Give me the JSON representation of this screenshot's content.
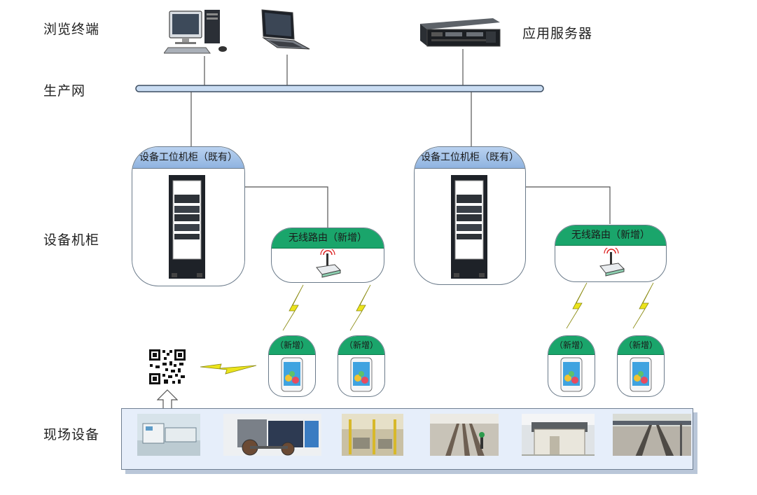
{
  "labels": {
    "terminal": "浏览终端",
    "server": "应用服务器",
    "network": "生产网",
    "cabinet_row": "设备机柜",
    "field_row": "现场设备"
  },
  "cabinets": [
    {
      "title": "设备工位机柜（既有）"
    },
    {
      "title": "设备工位机柜（既有）"
    }
  ],
  "routers": [
    {
      "title": "无线路由（新增）"
    },
    {
      "title": "无线路由（新增）"
    }
  ],
  "phones": [
    {
      "title": "（新增）"
    },
    {
      "title": "（新增）"
    },
    {
      "title": "（新增）"
    },
    {
      "title": "（新增）"
    }
  ],
  "icons": {
    "desktop": "desktop-computer-icon",
    "laptop": "laptop-icon",
    "server": "rack-server-icon",
    "qr": "qr-code-icon",
    "router": "wireless-router-icon",
    "phone": "smartphone-icon",
    "signal": "lightning-signal-icon"
  },
  "field_photos": [
    "production-line",
    "wheelset-machine",
    "assembly-workshop",
    "railway-yard",
    "trackside-equipment-room",
    "railway-bridge-track"
  ],
  "colors": {
    "bus": "#c9dcf2",
    "cabinet_header": "#9dbde6",
    "router_header": "#1aa56b",
    "bolt": "#e8e41a",
    "field_bar": "#e6eefa"
  }
}
